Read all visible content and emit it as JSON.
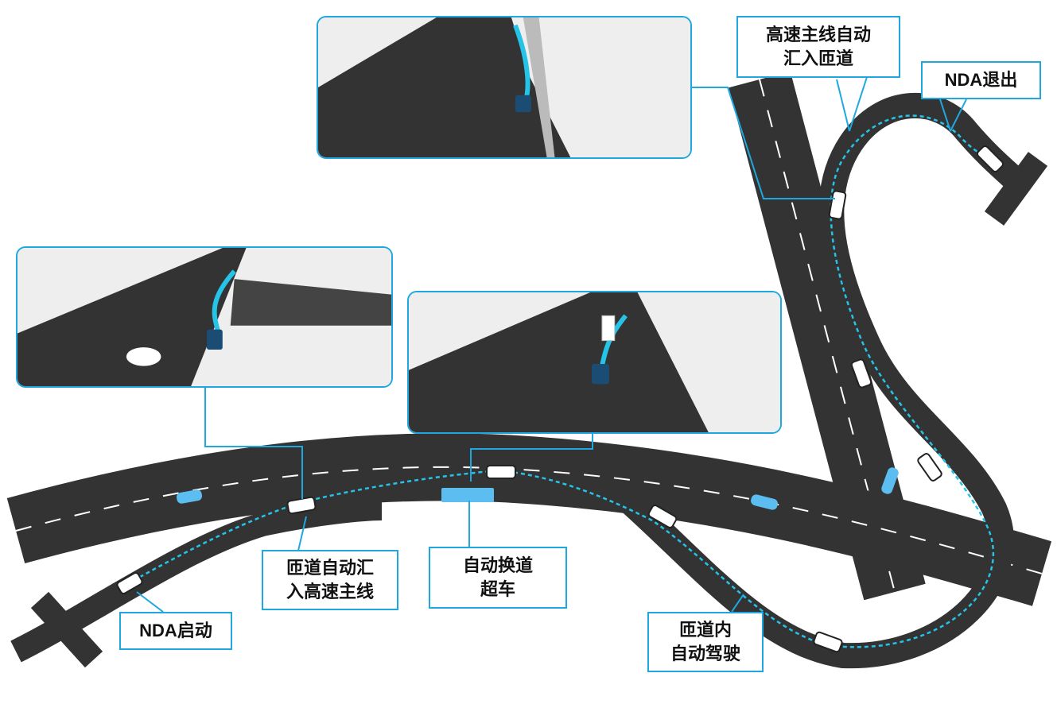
{
  "colors": {
    "accent": "#1fa8e0",
    "road": "#333333",
    "lane_marking": "#ffffff",
    "path": "#25c3e8",
    "vehicle_highlight": "#5bbdf0"
  },
  "callouts": {
    "nda_start": "NDA启动",
    "ramp_merge_main": "匝道自动汇\n入高速主线",
    "lane_change": "自动换道\n超车",
    "ramp_drive": "匝道内\n自动驾驶",
    "main_merge_ramp": "高速主线自动\n汇入匝道",
    "nda_exit": "NDA退出"
  },
  "insets": [
    {
      "name": "merge-onto-ramp-view",
      "label": "high-speed-to-ramp"
    },
    {
      "name": "ramp-merge-main-view",
      "label": "ramp-to-main"
    },
    {
      "name": "lane-change-view",
      "label": "lane-change"
    }
  ]
}
